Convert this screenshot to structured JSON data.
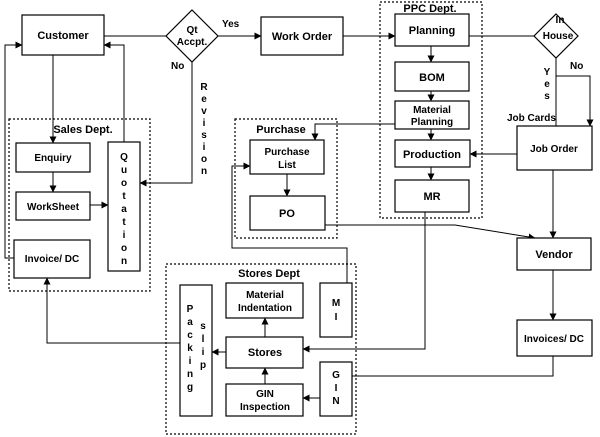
{
  "nodes": {
    "customer": "Customer",
    "qt_accept_line1": "Qt",
    "qt_accept_line2": "Accpt.",
    "work_order": "Work Order",
    "planning": "Planning",
    "bom": "BOM",
    "material_planning_line1": "Material",
    "material_planning_line2": "Planning",
    "production": "Production",
    "mr": "MR",
    "in_house_line1": "In",
    "in_house_line2": "House",
    "job_order": "Job Order",
    "vendor": "Vendor",
    "invoices_dc": "Invoices/ DC",
    "enquiry": "Enquiry",
    "worksheet": "WorkSheet",
    "quotation": [
      "Q",
      "u",
      "o",
      "t",
      "a",
      "t",
      "i",
      "o",
      "n"
    ],
    "invoice_dc": "Invoice/ DC",
    "purchase_list_line1": "Purchase",
    "purchase_list_line2": "List",
    "po": "PO",
    "material_indentation_line1": "Material",
    "material_indentation_line2": "Indentation",
    "mi": [
      "M",
      "I"
    ],
    "stores": "Stores",
    "packing": [
      "P",
      "a",
      "c",
      "k",
      "i",
      "n",
      "g"
    ],
    "slip": [
      "s",
      "l",
      "i",
      "p"
    ],
    "gin_inspection_line1": "GIN",
    "gin_inspection_line2": "Inspection",
    "gin": [
      "G",
      "I",
      "N"
    ]
  },
  "groups": {
    "sales": "Sales Dept.",
    "purchase": "Purchase",
    "ppc": "PPC Dept.",
    "stores": "Stores Dept"
  },
  "edge_labels": {
    "yes_top": "Yes",
    "no_left": "No",
    "revision": [
      "R",
      "e",
      "v",
      "i",
      "s",
      "i",
      "o",
      "n"
    ],
    "yes_vertical": [
      "Y",
      "e",
      "s"
    ],
    "no_right": "No",
    "job_cards": "Job Cards"
  }
}
